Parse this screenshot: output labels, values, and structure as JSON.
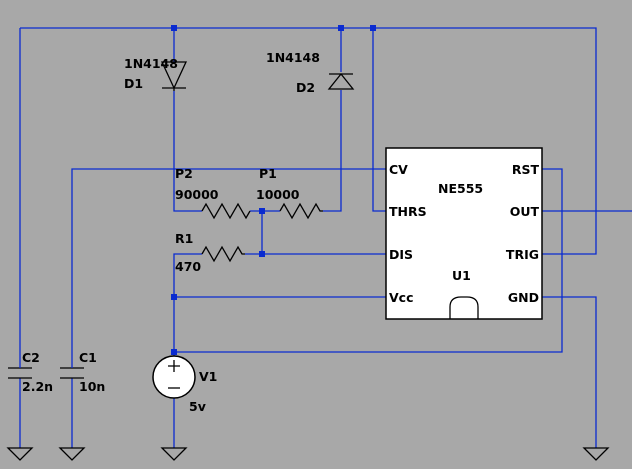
{
  "ic": {
    "name": "NE555",
    "ref": "U1",
    "pins": {
      "cv": "CV",
      "thrs": "THRS",
      "dis": "DIS",
      "vcc": "Vcc",
      "rst": "RST",
      "out": "OUT",
      "trig": "TRIG",
      "gnd": "GND"
    }
  },
  "diodes": [
    {
      "ref": "D1",
      "part": "1N4148"
    },
    {
      "ref": "D2",
      "part": "1N4148"
    }
  ],
  "resistors": [
    {
      "ref": "P2",
      "value": "90000"
    },
    {
      "ref": "P1",
      "value": "10000"
    },
    {
      "ref": "R1",
      "value": "470"
    }
  ],
  "capacitors": [
    {
      "ref": "C2",
      "value": "2.2n"
    },
    {
      "ref": "C1",
      "value": "10n"
    }
  ],
  "source": {
    "ref": "V1",
    "value": "5v"
  },
  "colors": {
    "background": "#a8a8a8",
    "wire": "#0a2bd0",
    "component": "#000000",
    "chip_fill": "#ffffff"
  }
}
